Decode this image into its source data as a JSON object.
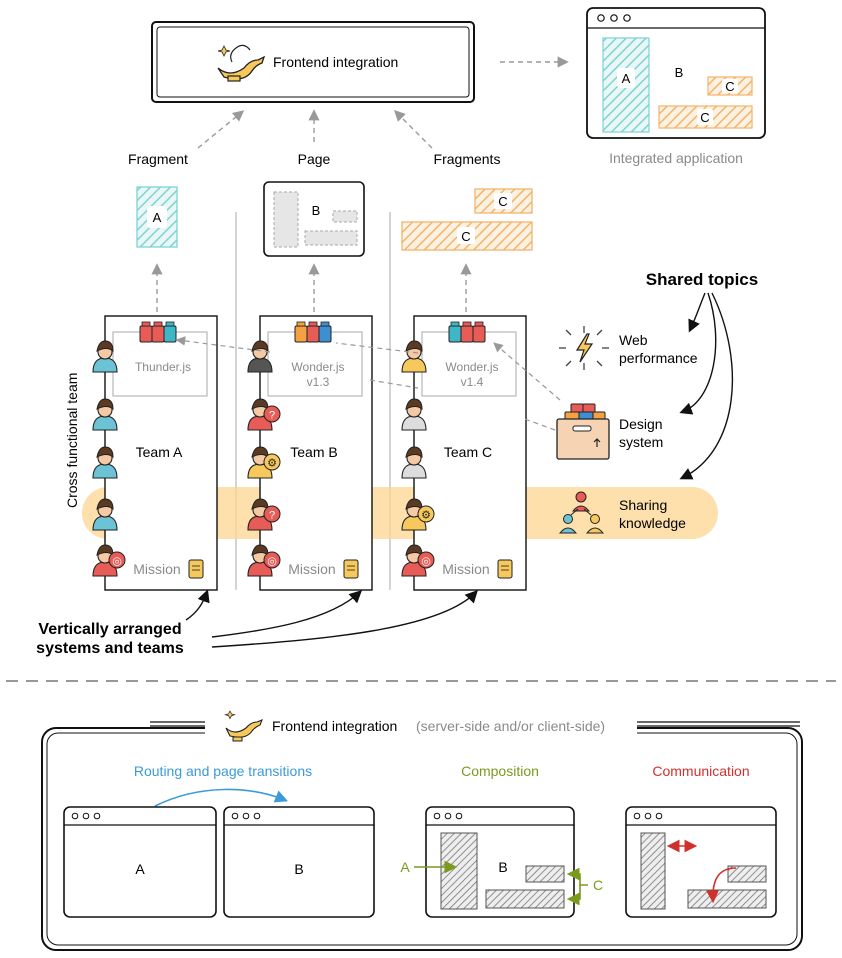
{
  "colors": {
    "teal": "#7fd3d3",
    "orange": "#f3b46b",
    "gray": "#d9d9d9",
    "knowledge_band": "#fcd68f",
    "routing": "#3a9bd8",
    "composition": "#7a9a1e",
    "communication": "#d0312d",
    "muted_text": "#8a8a8a"
  },
  "top": {
    "integration_label": "Frontend integration",
    "integrated_app": {
      "label": "Integrated application",
      "a": "A",
      "b": "B",
      "c1": "C",
      "c2": "C"
    },
    "columns": [
      {
        "heading": "Fragment",
        "fragment_labels": [
          "A"
        ]
      },
      {
        "heading": "Page",
        "fragment_labels": [
          "B"
        ]
      },
      {
        "heading": "Fragments",
        "fragment_labels": [
          "C",
          "C"
        ]
      }
    ]
  },
  "teams": [
    {
      "name": "Team A",
      "library": "Thunder.js",
      "version": "",
      "mission": "Mission"
    },
    {
      "name": "Team B",
      "library": "Wonder.js",
      "version": "v1.3",
      "mission": "Mission"
    },
    {
      "name": "Team C",
      "library": "Wonder.js",
      "version": "v1.4",
      "mission": "Mission"
    }
  ],
  "side_label": "Cross functional team",
  "shared_topics": {
    "title": "Shared topics",
    "items": [
      {
        "line1": "Web",
        "line2": "performance",
        "icon": "lightning-icon"
      },
      {
        "line1": "Design",
        "line2": "system",
        "icon": "box-icon"
      },
      {
        "line1": "Sharing",
        "line2": "knowledge",
        "icon": "people-icon"
      }
    ]
  },
  "vertical_caption": {
    "line1": "Vertically arranged",
    "line2": "systems and teams"
  },
  "bottom": {
    "title": "Frontend integration",
    "subtitle": "(server-side and/or client-side)",
    "routing": {
      "label": "Routing and page transitions",
      "page_a": "A",
      "page_b": "B"
    },
    "composition": {
      "label": "Composition",
      "a": "A",
      "b": "B",
      "c": "C"
    },
    "communication": {
      "label": "Communication"
    }
  }
}
